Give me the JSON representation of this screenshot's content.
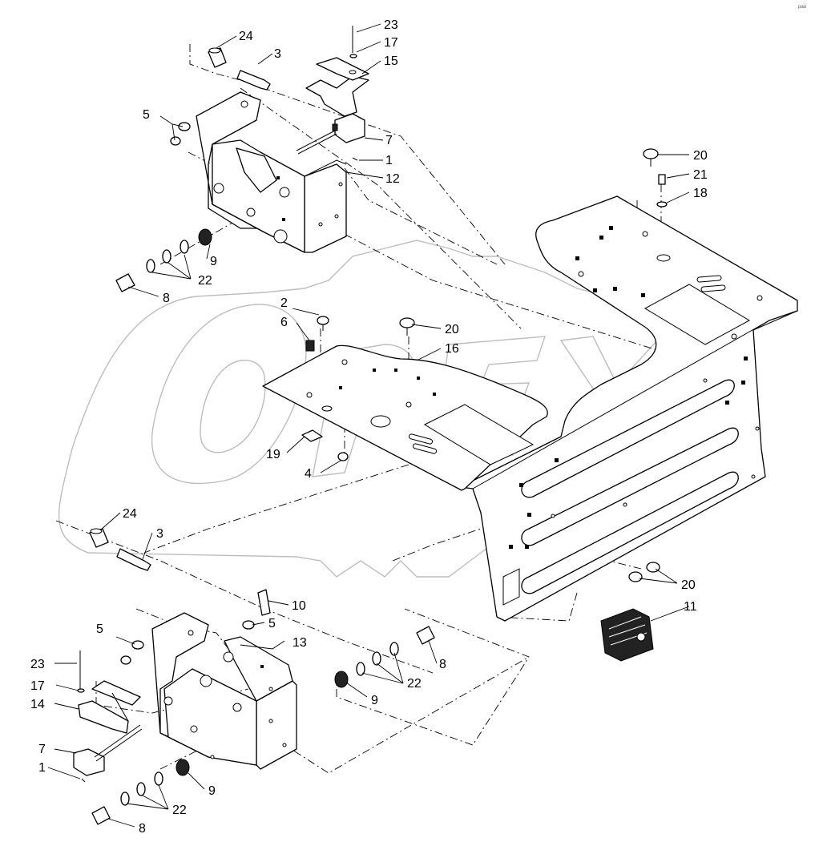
{
  "watermark": {
    "text": "OPEX",
    "logo": "gear-watermark"
  },
  "corner_mark": "ᵖᵃᵒ",
  "callouts": [
    {
      "id": "c-24a",
      "label": "24"
    },
    {
      "id": "c-3a",
      "label": "3"
    },
    {
      "id": "c-23a",
      "label": "23"
    },
    {
      "id": "c-17a",
      "label": "17"
    },
    {
      "id": "c-15",
      "label": "15"
    },
    {
      "id": "c-5a",
      "label": "5"
    },
    {
      "id": "c-7a",
      "label": "7"
    },
    {
      "id": "c-1a",
      "label": "1"
    },
    {
      "id": "c-12",
      "label": "12"
    },
    {
      "id": "c-20a",
      "label": "20"
    },
    {
      "id": "c-21",
      "label": "21"
    },
    {
      "id": "c-18",
      "label": "18"
    },
    {
      "id": "c-9a",
      "label": "9"
    },
    {
      "id": "c-22a",
      "label": "22"
    },
    {
      "id": "c-8a",
      "label": "8"
    },
    {
      "id": "c-2",
      "label": "2"
    },
    {
      "id": "c-6",
      "label": "6"
    },
    {
      "id": "c-20b",
      "label": "20"
    },
    {
      "id": "c-16",
      "label": "16"
    },
    {
      "id": "c-19",
      "label": "19"
    },
    {
      "id": "c-4",
      "label": "4"
    },
    {
      "id": "c-24b",
      "label": "24"
    },
    {
      "id": "c-3b",
      "label": "3"
    },
    {
      "id": "c-20c",
      "label": "20"
    },
    {
      "id": "c-10",
      "label": "10"
    },
    {
      "id": "c-11",
      "label": "11"
    },
    {
      "id": "c-5b",
      "label": "5"
    },
    {
      "id": "c-5c",
      "label": "5"
    },
    {
      "id": "c-13",
      "label": "13"
    },
    {
      "id": "c-8b",
      "label": "8"
    },
    {
      "id": "c-23b",
      "label": "23"
    },
    {
      "id": "c-22b",
      "label": "22"
    },
    {
      "id": "c-17b",
      "label": "17"
    },
    {
      "id": "c-14",
      "label": "14"
    },
    {
      "id": "c-9b",
      "label": "9"
    },
    {
      "id": "c-7b",
      "label": "7"
    },
    {
      "id": "c-1b",
      "label": "1"
    },
    {
      "id": "c-9c",
      "label": "9"
    },
    {
      "id": "c-22c",
      "label": "22"
    },
    {
      "id": "c-8c",
      "label": "8"
    }
  ]
}
